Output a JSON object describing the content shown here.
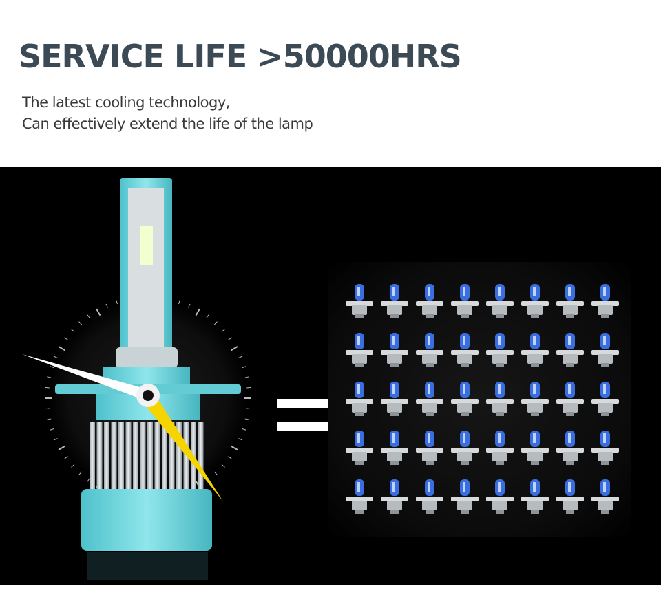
{
  "headline": "SERVICE LIFE >50000HRS",
  "subtext": {
    "line1": "The latest cooling technology,",
    "line2": "Can effectively extend the life of the lamp"
  },
  "colors": {
    "headline": "#3c4a56",
    "lamp_teal": "#6fd6de",
    "clock_hand_yellow": "#f5d400",
    "bulb_blue": "#3a6ee0"
  },
  "illustration": {
    "left": "led-headlight-with-clock",
    "operator": "equals",
    "right": "halogen-bulb-grid",
    "grid": {
      "rows": 5,
      "columns": 8
    }
  }
}
